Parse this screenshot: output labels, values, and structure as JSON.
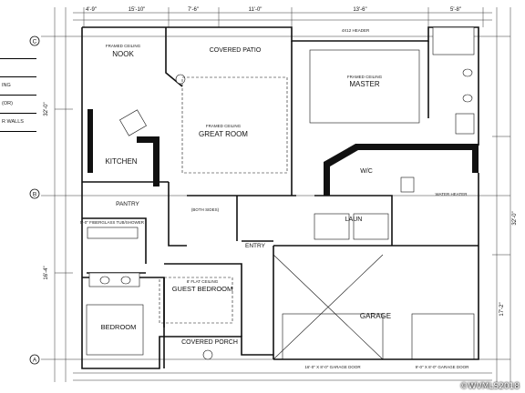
{
  "rooms": {
    "nook": "NOOK",
    "covered_patio": "COVERED PATIO",
    "master": "MASTER",
    "great_room": "GREAT ROOM",
    "kitchen": "KITCHEN",
    "walk_in": "W/C",
    "pantry": "PANTRY",
    "laundry": "LAUN",
    "entry": "ENTRY",
    "guest_bedroom": "GUEST BEDROOM",
    "bedroom_2": "BEDROOM",
    "covered_porch": "COVERED PORCH",
    "garage": "GARAGE"
  },
  "grid_markers": [
    "C",
    "B",
    "A"
  ],
  "legend": [
    "",
    "ING",
    "(OR)",
    "R WALLS"
  ],
  "ceiling_notes": {
    "great_room": "FRAMED CEILING",
    "master": "FRAMED CEILING",
    "nook": "FRAMED CEILING",
    "guest": "8' FLAT CEILING"
  },
  "dimensions": {
    "left_overall": "32'-0\"",
    "left_mid": "16'-4\"",
    "right_overall": "32'-0\"",
    "right_mid": "17'-2\"",
    "top_a": "4'-9\"",
    "top_b": "15'-10\"",
    "top_c": "7'-6\"",
    "top_d": "11'-0\"",
    "top_e": "13'-6\"",
    "top_f": "5'-8\"",
    "garage_door_1": "16'-0\" X 8'-0\" GARAGE DOOR",
    "garage_door_2": "9'-0\" X 8'-0\" GARAGE DOOR",
    "bath_note_1": "5'-0\" FIBERGLASS TUB/SHOWER",
    "bath_note_2": "(BOTH SIDES)",
    "wh_note": "WATER HEATER",
    "beam_note": "4X12 HEADER"
  },
  "watermark": "©WVMLS2018"
}
